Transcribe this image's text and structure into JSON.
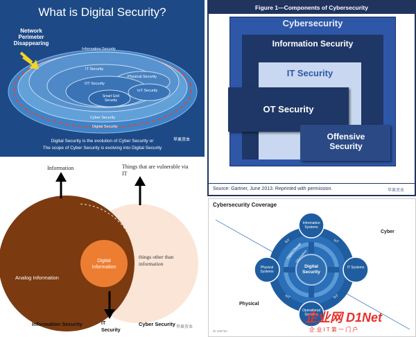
{
  "digital_security_panel": {
    "title": "What is Digital Security?",
    "callout": "Network Perimeter Disappearing",
    "rings": {
      "digital": "Digital Security",
      "cyber": "Cyber Security",
      "information": "Information Security",
      "it": "IT Security",
      "physical": "Physical Security",
      "ot": "OT Security",
      "iot": "IoT Security",
      "smart_grid": "Smart Grid Security"
    },
    "footnote_line1": "Digital Security is the evolution of Cyber Security or",
    "footnote_line2": "The scope of Cyber Security is evolving into Digital Security",
    "watermark": "苹果资本"
  },
  "gartner_panel": {
    "figure_title": "Figure 1—Components of Cybersecurity",
    "outer_label": "Cybersecurity",
    "information_label": "Information Security",
    "it_label": "IT Security",
    "ot_label": "OT Security",
    "offensive_label": "Offensive Security",
    "source": "Source:  Gartner, June 2013. Reprinted with permission.",
    "watermark": "苹果资本",
    "colors": {
      "dark": "#1f3766",
      "mid": "#2e57a8",
      "light": "#c9d8f0",
      "frame": "#20345e"
    }
  },
  "venn_panel": {
    "top_left_label": "Information",
    "top_right_label": "Things that are vulnerable via IT",
    "analog_label": "Analog Information",
    "digital_label": "Digital Information",
    "other_things_label": "things other than information",
    "left_caption": "Information Security",
    "right_caption": "Cyber Security",
    "bottom_label": "IT Security",
    "watermark": "苹果资本",
    "colors": {
      "left": "#7b3a10",
      "right": "#fbe5d6",
      "center": "#ed7d31"
    }
  },
  "coverage_panel": {
    "title": "Cybersecurity Coverage",
    "center_label": "Digital Security",
    "nodes": {
      "info": "Information Systems",
      "physical": "Physical Systems",
      "it": "IT Systems",
      "operational": "Operational Systems"
    },
    "ring_labels": [
      "IoT",
      "IoT",
      "IoT",
      "IoT",
      "Digital Change",
      "Information"
    ],
    "cyber_label": "Cyber",
    "physical_label": "Physical",
    "code": "ID 349753"
  },
  "brand": {
    "logo": "企业网 D1Net",
    "sub": "企 业 I T 第 一 门 户"
  }
}
